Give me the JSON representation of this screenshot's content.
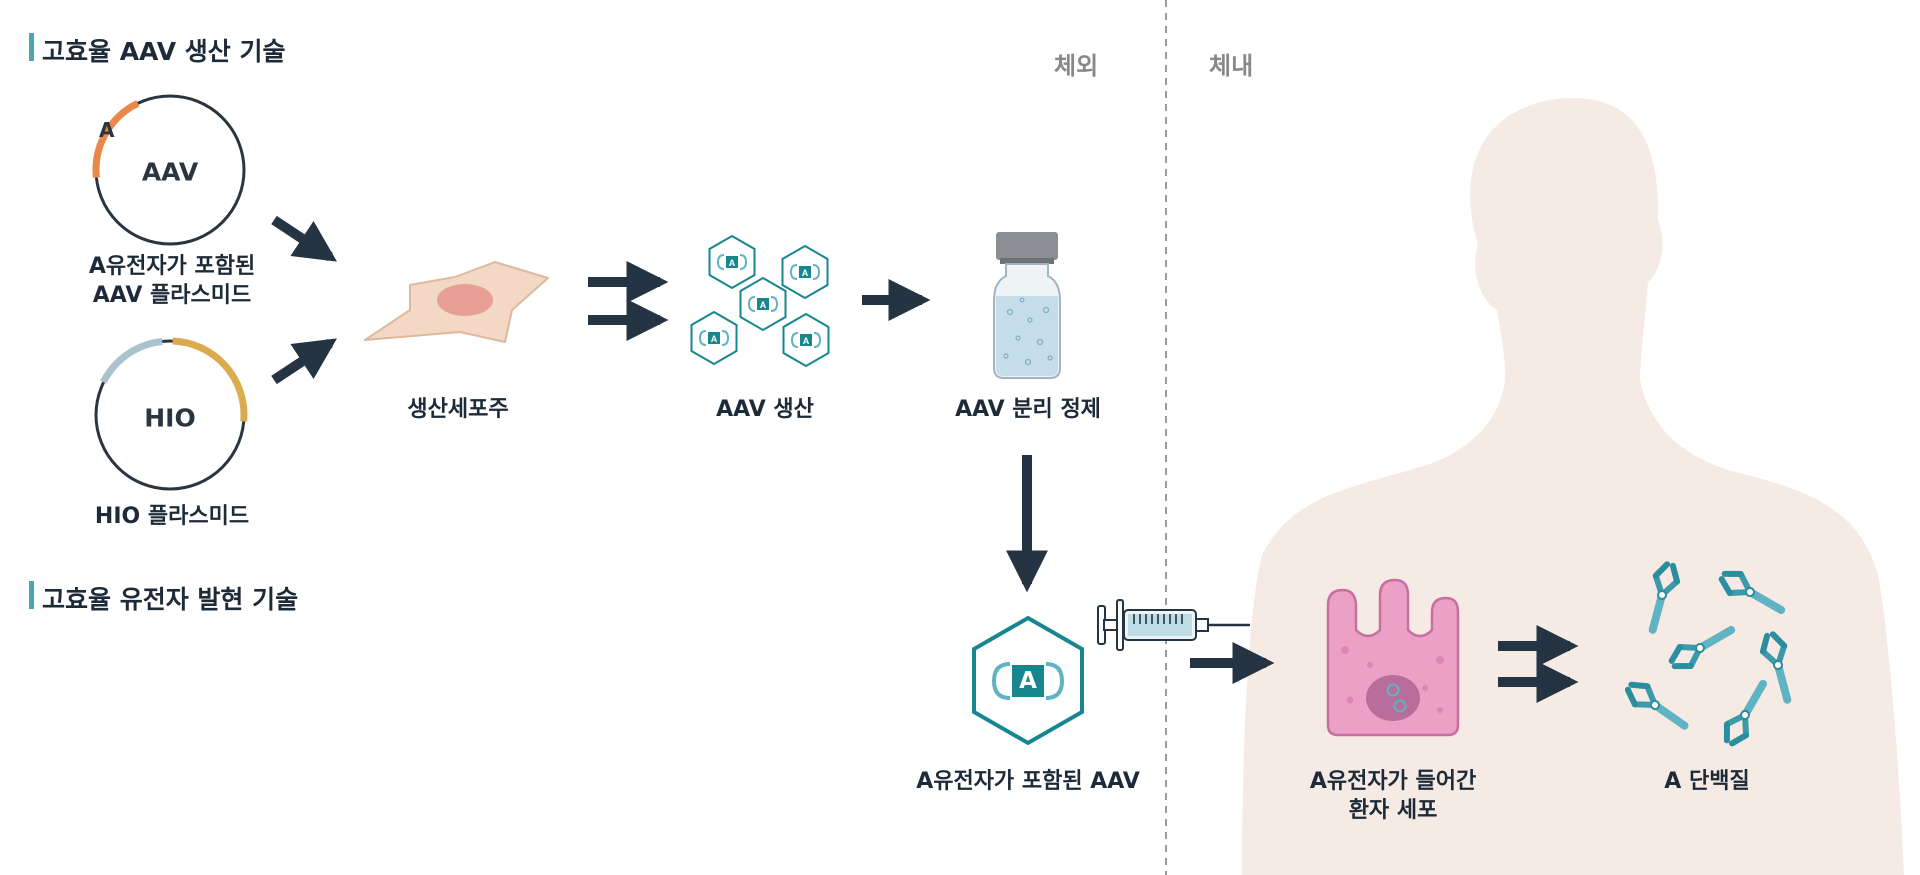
{
  "sections": {
    "production_title": "고효율 AAV 생산 기술",
    "expression_title": "고효율 유전자 발현 기술"
  },
  "zones": {
    "ex_vivo": "체외",
    "in_vivo": "체내"
  },
  "plasmids": {
    "aav": {
      "inner": "AAV",
      "marker": "A",
      "caption_line1": "A유전자가 포함된",
      "caption_line2": "AAV 플라스미드"
    },
    "hio": {
      "inner": "HIO",
      "caption": "HIO 플라스미드"
    }
  },
  "steps": {
    "producer_cell": "생산세포주",
    "aav_production": "AAV 생산",
    "purification": "AAV 분리 정제",
    "aav_particle": "A유전자가 포함된 AAV",
    "patient_cell_line1": "A유전자가 들어간",
    "patient_cell_line2": "환자 세포",
    "protein": "A 단백질"
  },
  "capsid_letter": "A",
  "colors": {
    "dark": "#243442",
    "teal": "#17868f",
    "teal_light": "#5fb3c2",
    "orange": "#e8884a",
    "gold": "#dbac4e",
    "gray_blue": "#a9c3cc",
    "body": "#f6ebe4",
    "cell": "#f3d9c5",
    "nucleus": "#e6a096",
    "patient_cell": "#eca0c5",
    "accent_bar": "#4aa6b0"
  }
}
